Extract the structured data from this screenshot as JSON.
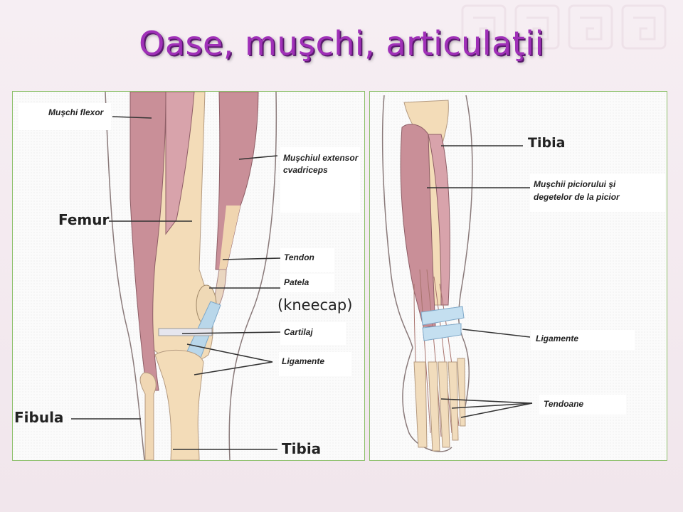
{
  "title": "Oase, muşchi, articulaţii",
  "left_panel": {
    "labels": {
      "flexor": "Muşchi flexor",
      "extensor_line1": "Muşchiul extensor",
      "extensor_line2": "cvadriceps",
      "femur": "Femur",
      "tendon": "Tendon",
      "patela": "Patela",
      "kneecap": "(kneecap)",
      "cartilaj": "Cartilaj",
      "ligamente": "Ligamente",
      "fibula": "Fibula",
      "tibia": "Tibia"
    }
  },
  "right_panel": {
    "labels": {
      "tibia": "Tibia",
      "muschii_line1": "Muşchii piciorului şi",
      "muschii_line2": "degetelor de la picior",
      "ligamente": "Ligamente",
      "tendoane": "Tendoane"
    }
  }
}
